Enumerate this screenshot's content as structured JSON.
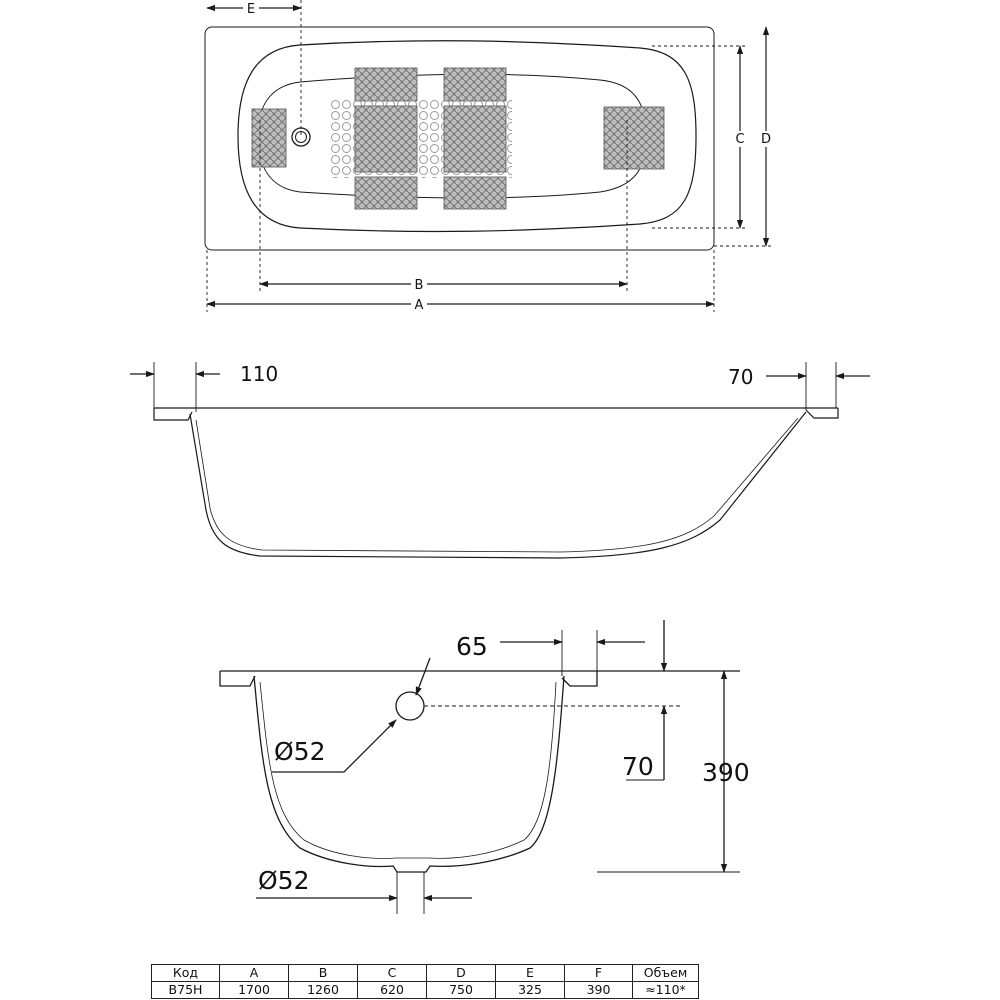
{
  "plan_view": {
    "labels": {
      "a": "A",
      "b": "B",
      "c": "C",
      "d": "D",
      "e": "E"
    }
  },
  "side_view": {
    "headrest_dim": "110",
    "rim_dim": "70"
  },
  "end_view": {
    "overflow_offset": "65",
    "overflow_diameter": "Ø52",
    "overflow_height": "70",
    "depth": "390",
    "drain_diameter": "Ø52"
  },
  "spec_table": {
    "headers": [
      "Код",
      "A",
      "B",
      "C",
      "D",
      "E",
      "F",
      "Объем"
    ],
    "row": [
      "B75H",
      "1700",
      "1260",
      "620",
      "750",
      "325",
      "390",
      "≈110*"
    ]
  },
  "colors": {
    "line": "#1a1a1a",
    "pattern": "#8a8a8a"
  },
  "icons": {
    "drain": "drain-hole-icon",
    "overflow": "overflow-hole-icon"
  }
}
